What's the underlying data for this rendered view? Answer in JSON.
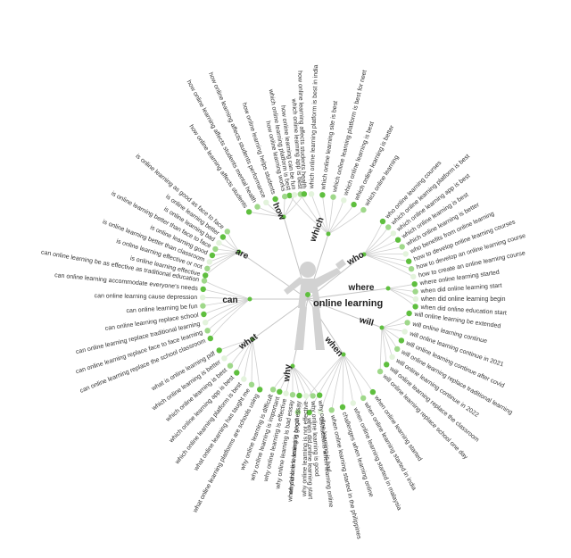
{
  "center": {
    "label": "online learning"
  },
  "colors": {
    "dark": "#5fbf3f",
    "mid": "#9fd88a",
    "light": "#e3f3dc",
    "edge": "#cfcfcf",
    "text": "#333333"
  },
  "branches": [
    {
      "label": "which",
      "items": [
        "which online learning platform is best",
        "which online learning app is best",
        "which online learning platform is best in india",
        "which online learning site is best",
        "which online learning platform is best for neet",
        "which online learning is best",
        "which online learning is better",
        "which online learning"
      ]
    },
    {
      "label": "who",
      "items": [
        "who online learning courses",
        "which online learning platform is best",
        "which online learning app is best",
        "which online learning is best",
        "which online learning is better",
        "who benefits from online learning",
        "how to develop online learning courses",
        "how to develop an online learning course",
        "how to create an online learning course"
      ]
    },
    {
      "label": "where",
      "items": [
        "where online learning started",
        "when did online learning start",
        "when did online learning begin",
        "when did online education start"
      ]
    },
    {
      "label": "will",
      "items": [
        "will online learning be extended",
        "will online learning continue",
        "will online learning continue in 2021",
        "will online learning continue after covid",
        "will online learning replace traditional learning",
        "will online learning continue in 2022",
        "will online learning replace the classroom",
        "will online learning replace school one day"
      ]
    },
    {
      "label": "when",
      "items": [
        "when online learning started",
        "when online learning started in india",
        "when online learning started in malaysia",
        "challenges when learning online",
        "when online learning started in the philippines",
        "distractions when learning online",
        "when did online learning start",
        "when did online learning begin"
      ]
    },
    {
      "label": "why",
      "items": [
        "why online learning is bad",
        "why online learning is good",
        "why online learning is not effective",
        "why online learning is good essay",
        "why online learning is bad essay",
        "why online learning is effective",
        "why online learning is important",
        "why online learning is difficult"
      ]
    },
    {
      "label": "what",
      "items": [
        "what online learning platforms are schools using",
        "what online learning has taught me",
        "which online learning platform is best",
        "which online learning app is best",
        "which online learning is best",
        "which online learning is better",
        "what is online learning pdf"
      ]
    },
    {
      "label": "can",
      "items": [
        "can online learning replace the school classroom",
        "can online learning replace face to face learning",
        "can online learning replace traditional learning",
        "can online learning replace school",
        "can online learning be fun",
        "can online learning cause depression",
        "can online learning accommodate everyone's needs",
        "can online learning be as effective as traditional education"
      ]
    },
    {
      "label": "are",
      "items": [
        "is online learning effective",
        "is online learning effective or not",
        "is online learning better than classroom",
        "is online learning good",
        "is online learning better than face to face",
        "is online learning bad",
        "is online learning better",
        "is online learning as good as face to face"
      ]
    },
    {
      "label": "how",
      "items": [
        "how online learning affects students",
        "how online learning affects students mental health",
        "how online learning affects students performance",
        "how online learning helps students",
        "how online learning works",
        "how online learning can be fun",
        "how online learning affects students health"
      ]
    }
  ]
}
